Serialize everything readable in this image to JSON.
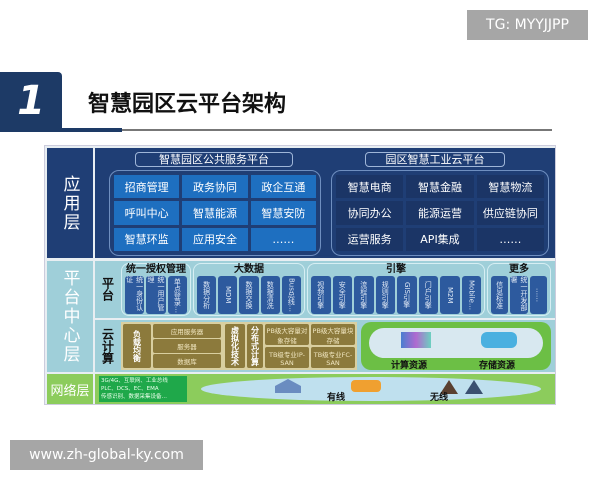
{
  "watermark_top": "TG: MYYJJPP",
  "watermark_bottom": "www.zh-global-ky.com",
  "slide": {
    "number": "1",
    "title": "智慧园区云平台架构"
  },
  "layers": {
    "app": "应用层",
    "platform_center": "平台中心层",
    "network": "网络层"
  },
  "app": {
    "public": {
      "title": "智慧园区公共服务平台",
      "items": [
        "招商管理",
        "政务协同",
        "政企互通",
        "呼叫中心",
        "智慧能源",
        "智慧安防",
        "智慧环监",
        "应用安全",
        "……"
      ]
    },
    "industrial": {
      "title": "园区智慧工业云平台",
      "items": [
        "智慧电商",
        "智慧金融",
        "智慧物流",
        "协同办公",
        "能源运营",
        "供应链协同",
        "运营服务",
        "API集成",
        "……"
      ]
    }
  },
  "platform": {
    "label": "平台",
    "groups": [
      {
        "title": "统一授权管理",
        "items": [
          "统一身份认证",
          "统一用户管理",
          "单点登录…"
        ]
      },
      {
        "title": "大数据",
        "items": [
          "数据分析",
          "MDM",
          "数据交换",
          "数据清洗",
          "Bus总线…"
        ]
      },
      {
        "title": "引擎",
        "items": [
          "视频引擎",
          "安全引擎",
          "流程引擎",
          "规则引擎",
          "GIS引擎",
          "门户引擎",
          "M2M",
          "Mobile…"
        ]
      },
      {
        "title": "更多",
        "items": [
          "信息标准",
          "统一开发部署",
          "……"
        ]
      }
    ]
  },
  "cloud": {
    "label": "云计算",
    "load_balance": "负载均衡",
    "servers": [
      "应用服务器",
      "服务器",
      "数据库"
    ],
    "virtualization": "虚拟化技术",
    "distributed": "分布式计算",
    "storage": [
      "PB级大容量对象存储",
      "PB级大容量块存储",
      "TB级专业IP-SAN",
      "TB级专业FC-SAN"
    ],
    "compute_resources": "计算资源",
    "storage_resources": "存储资源"
  },
  "network": {
    "items": [
      "3G/4G、互联网、工业总线",
      "PLC、DCS、EC、EMA",
      "传感识别、数据采集设备…"
    ],
    "wired": "有线",
    "wireless": "无线"
  },
  "colors": {
    "navy": "#1f3e75",
    "bright_blue": "#1e6fc0",
    "teal": "#9fcfd9",
    "olive": "#8c7a3c",
    "green": "#8ccc5c"
  }
}
